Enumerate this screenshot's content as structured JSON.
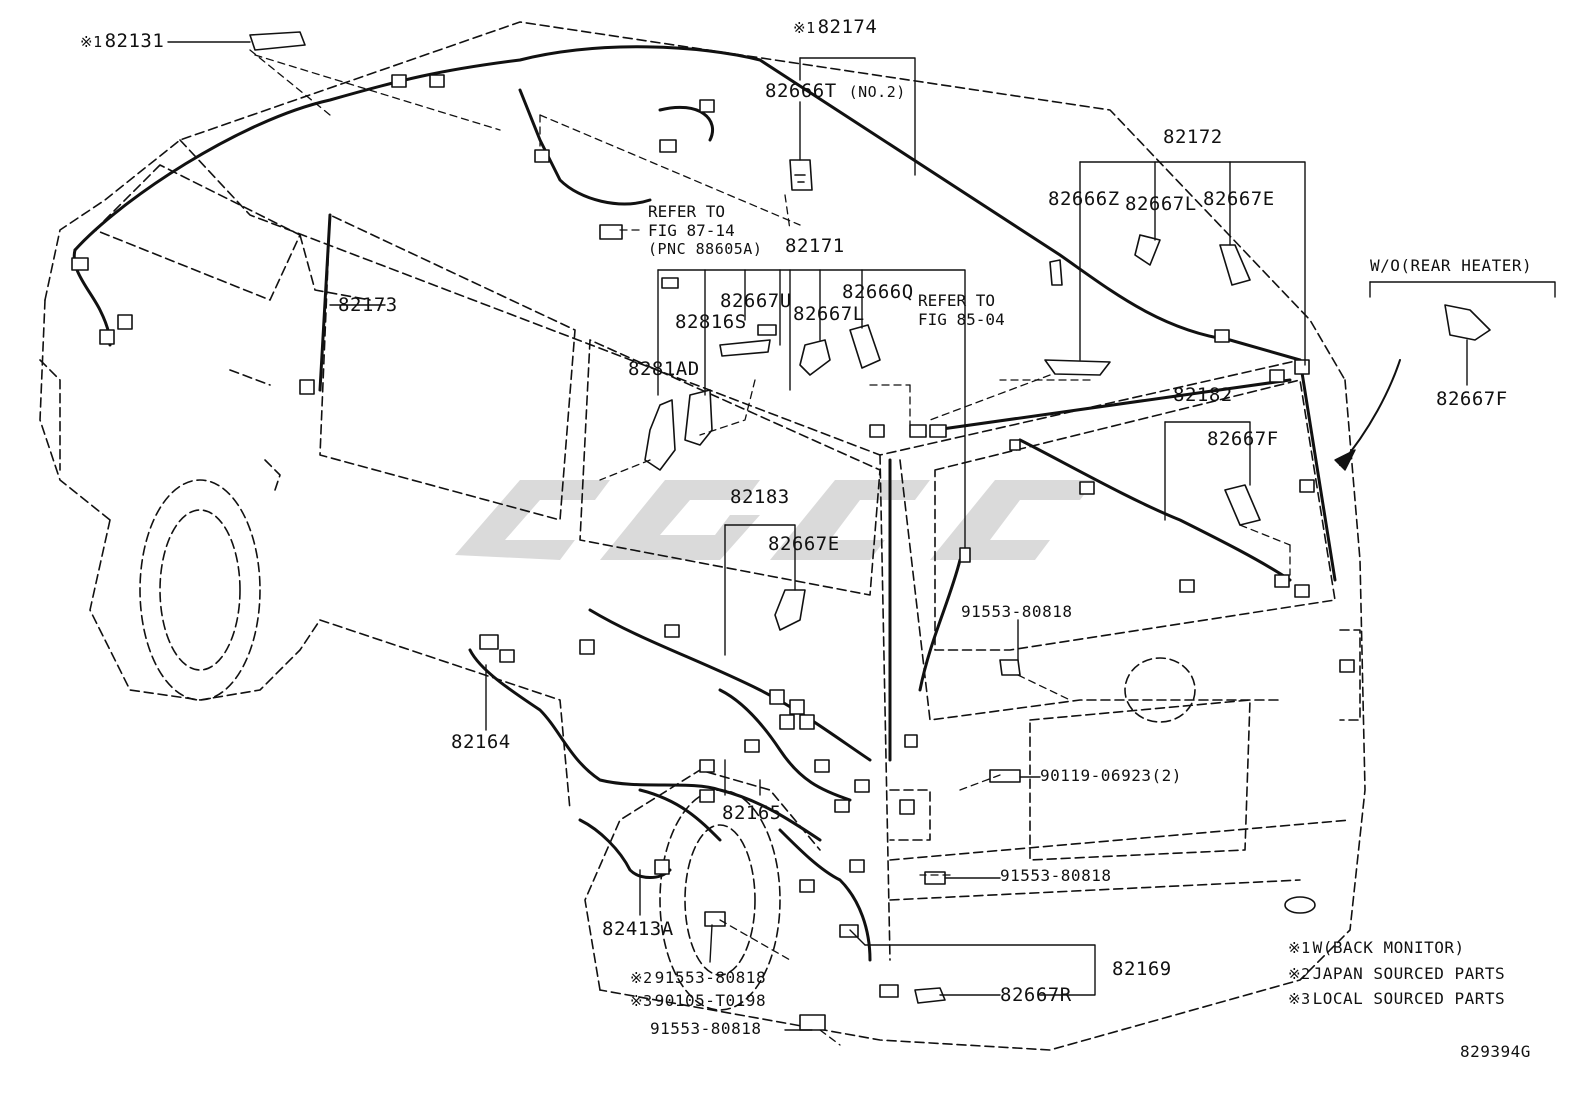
{
  "marks": {
    "m1": "※1",
    "m2": "※2",
    "m3": "※3"
  },
  "parts": {
    "p82131": "82131",
    "p82174": "82174",
    "p82666T": "82666T",
    "no2": "(NO.2)",
    "p82172": "82172",
    "p82666Z": "82666Z",
    "p82667L_a": "82667L",
    "p82667E_a": "82667E",
    "p82173": "82173",
    "p82171": "82171",
    "p82667U": "82667U",
    "p82666Q": "82666Q",
    "p82816S": "82816S",
    "p82667L_b": "82667L",
    "p8281AD": "8281AD",
    "p82182": "82182",
    "p82667F_a": "82667F",
    "p82667F_b": "82667F",
    "p82183": "82183",
    "p82667E_b": "82667E",
    "p91553_a": "91553-80818",
    "p82164": "82164",
    "p90119": "90119-06923(2)",
    "p82165": "82165",
    "p91553_b": "91553-80818",
    "p82413A": "82413A",
    "p91553_c": "91553-80818",
    "p90105": "90105-T0198",
    "p91553_d": "91553-80818",
    "p82169": "82169",
    "p82667R": "82667R"
  },
  "refs": {
    "r1_line1": "REFER TO",
    "r1_line2": "FIG 87-14",
    "r1_line3": "(PNC 88605A)",
    "r2_line1": "REFER TO",
    "r2_line2": "FIG 85-04"
  },
  "variant": "W/O(REAR HEATER)",
  "notes": {
    "n1": "W(BACK MONITOR)",
    "n2": "JAPAN SOURCED PARTS",
    "n3": "LOCAL SOURCED PARTS"
  },
  "diagram_id": "829394G",
  "colors": {
    "ink": "#111111",
    "watermark": "#d9d9d9"
  }
}
